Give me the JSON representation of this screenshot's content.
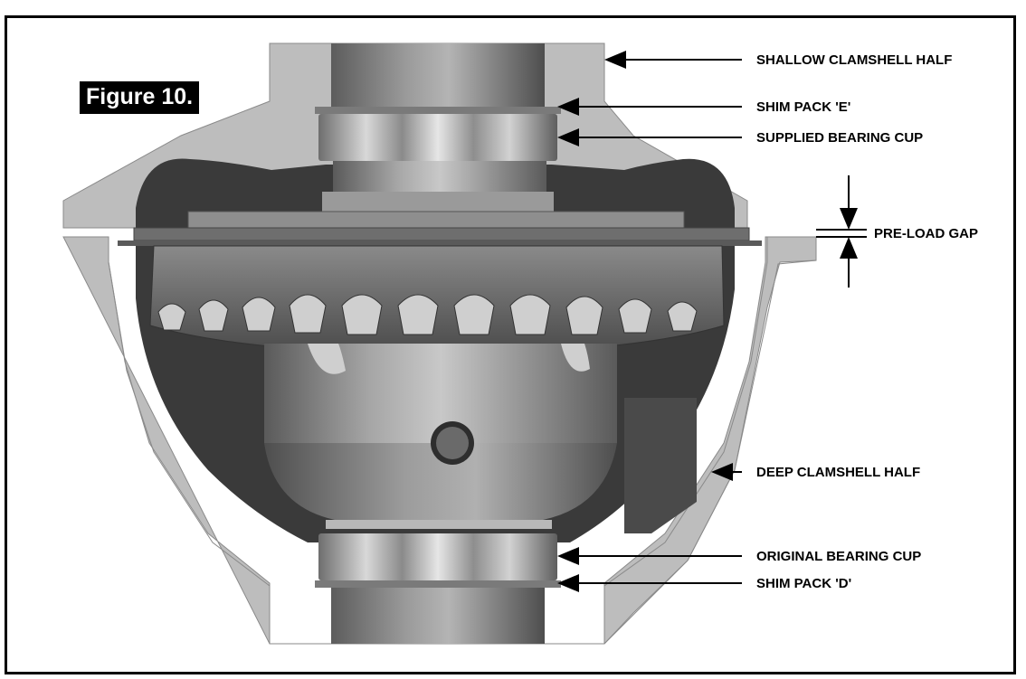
{
  "figure": {
    "title": "Figure 10."
  },
  "callouts": {
    "shallow_half": "SHALLOW CLAMSHELL HALF",
    "shim_e": "SHIM PACK 'E'",
    "supplied_cup": "SUPPLIED BEARING CUP",
    "preload_gap": "PRE-LOAD GAP",
    "deep_half": "DEEP CLAMSHELL HALF",
    "original_cup": "ORIGINAL BEARING CUP",
    "shim_d": "SHIM PACK 'D'"
  },
  "colors": {
    "housing": "#bdbdbd",
    "cavity": "#3a3a3a",
    "metal_light": "#d4d4d4",
    "metal_dark": "#6a6a6a",
    "frame": "#000000"
  }
}
